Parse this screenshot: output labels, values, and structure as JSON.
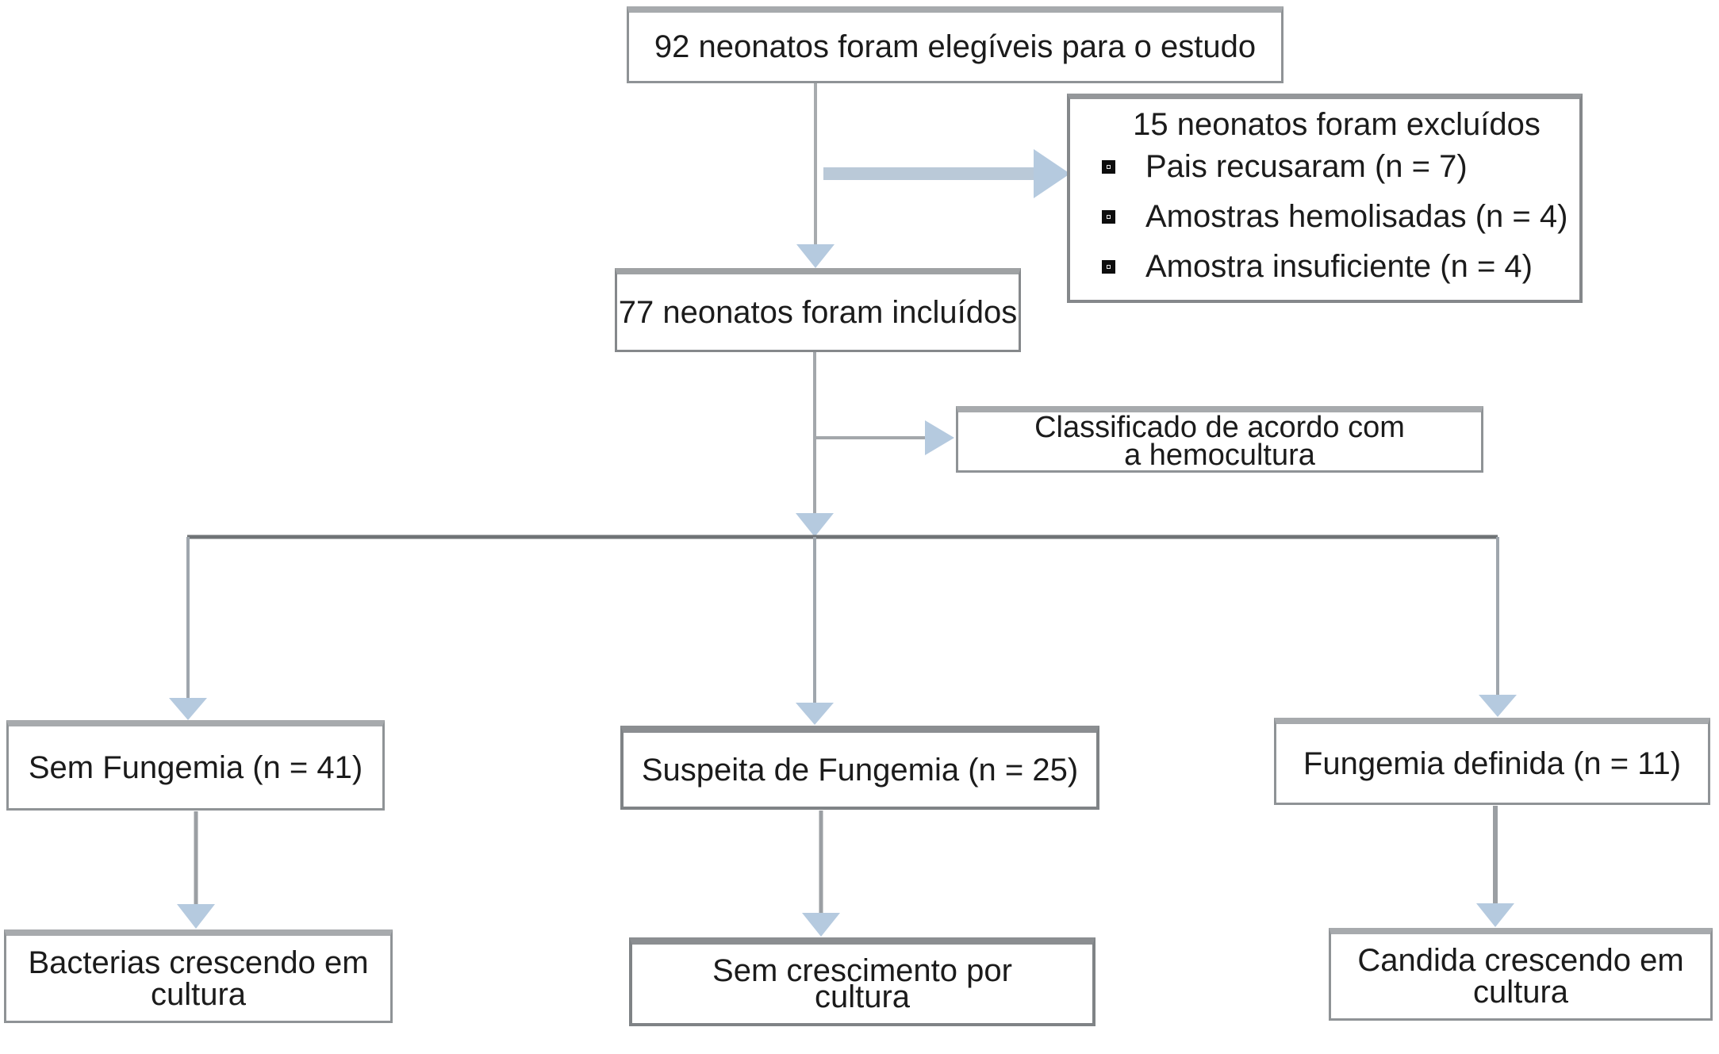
{
  "figure": {
    "type": "flow-diagram",
    "language": "pt",
    "description": "Fluxograma de inclusão de neonatos no estudo, classificados pela hemocultura"
  },
  "nodes": {
    "eligible": {
      "label": "92 neonatos foram elegíveis para o estudo"
    },
    "excluded": {
      "title": "15 neonatos foram excluídos",
      "items": [
        "Pais recusaram (n = 7)",
        "Amostras hemolisadas (n = 4)",
        "Amostra insuficiente (n = 4)"
      ]
    },
    "included": {
      "label": "77 neonatos foram incluídos"
    },
    "classified": {
      "lines": [
        "Classificado de acordo com",
        "a hemocultura"
      ]
    },
    "no_fungemia": {
      "label": "Sem Fungemia (n = 41)"
    },
    "suspected_fungemia": {
      "label": "Suspeita de Fungemia (n = 25)"
    },
    "defined_fungemia": {
      "label": "Fungemia definida (n = 11)"
    },
    "bacteria_culture": {
      "lines": [
        "Bacterias crescendo em",
        "cultura"
      ]
    },
    "no_growth_culture": {
      "lines": [
        "Sem crescimento por",
        "cultura"
      ]
    },
    "candida_culture": {
      "lines": [
        "Candida crescendo em",
        "cultura"
      ]
    }
  },
  "colors": {
    "background": "#ffffff",
    "box_border": "#8f9396",
    "box_border_dark": "#7f8386",
    "thin_line": "#a3a7ab",
    "split_line": "#6f7376",
    "arrow_fill": "#b5cadf",
    "thick_arrow_body": "#bac9d8",
    "text": "#1b1b1b",
    "bullet": "#0d0d0d"
  }
}
